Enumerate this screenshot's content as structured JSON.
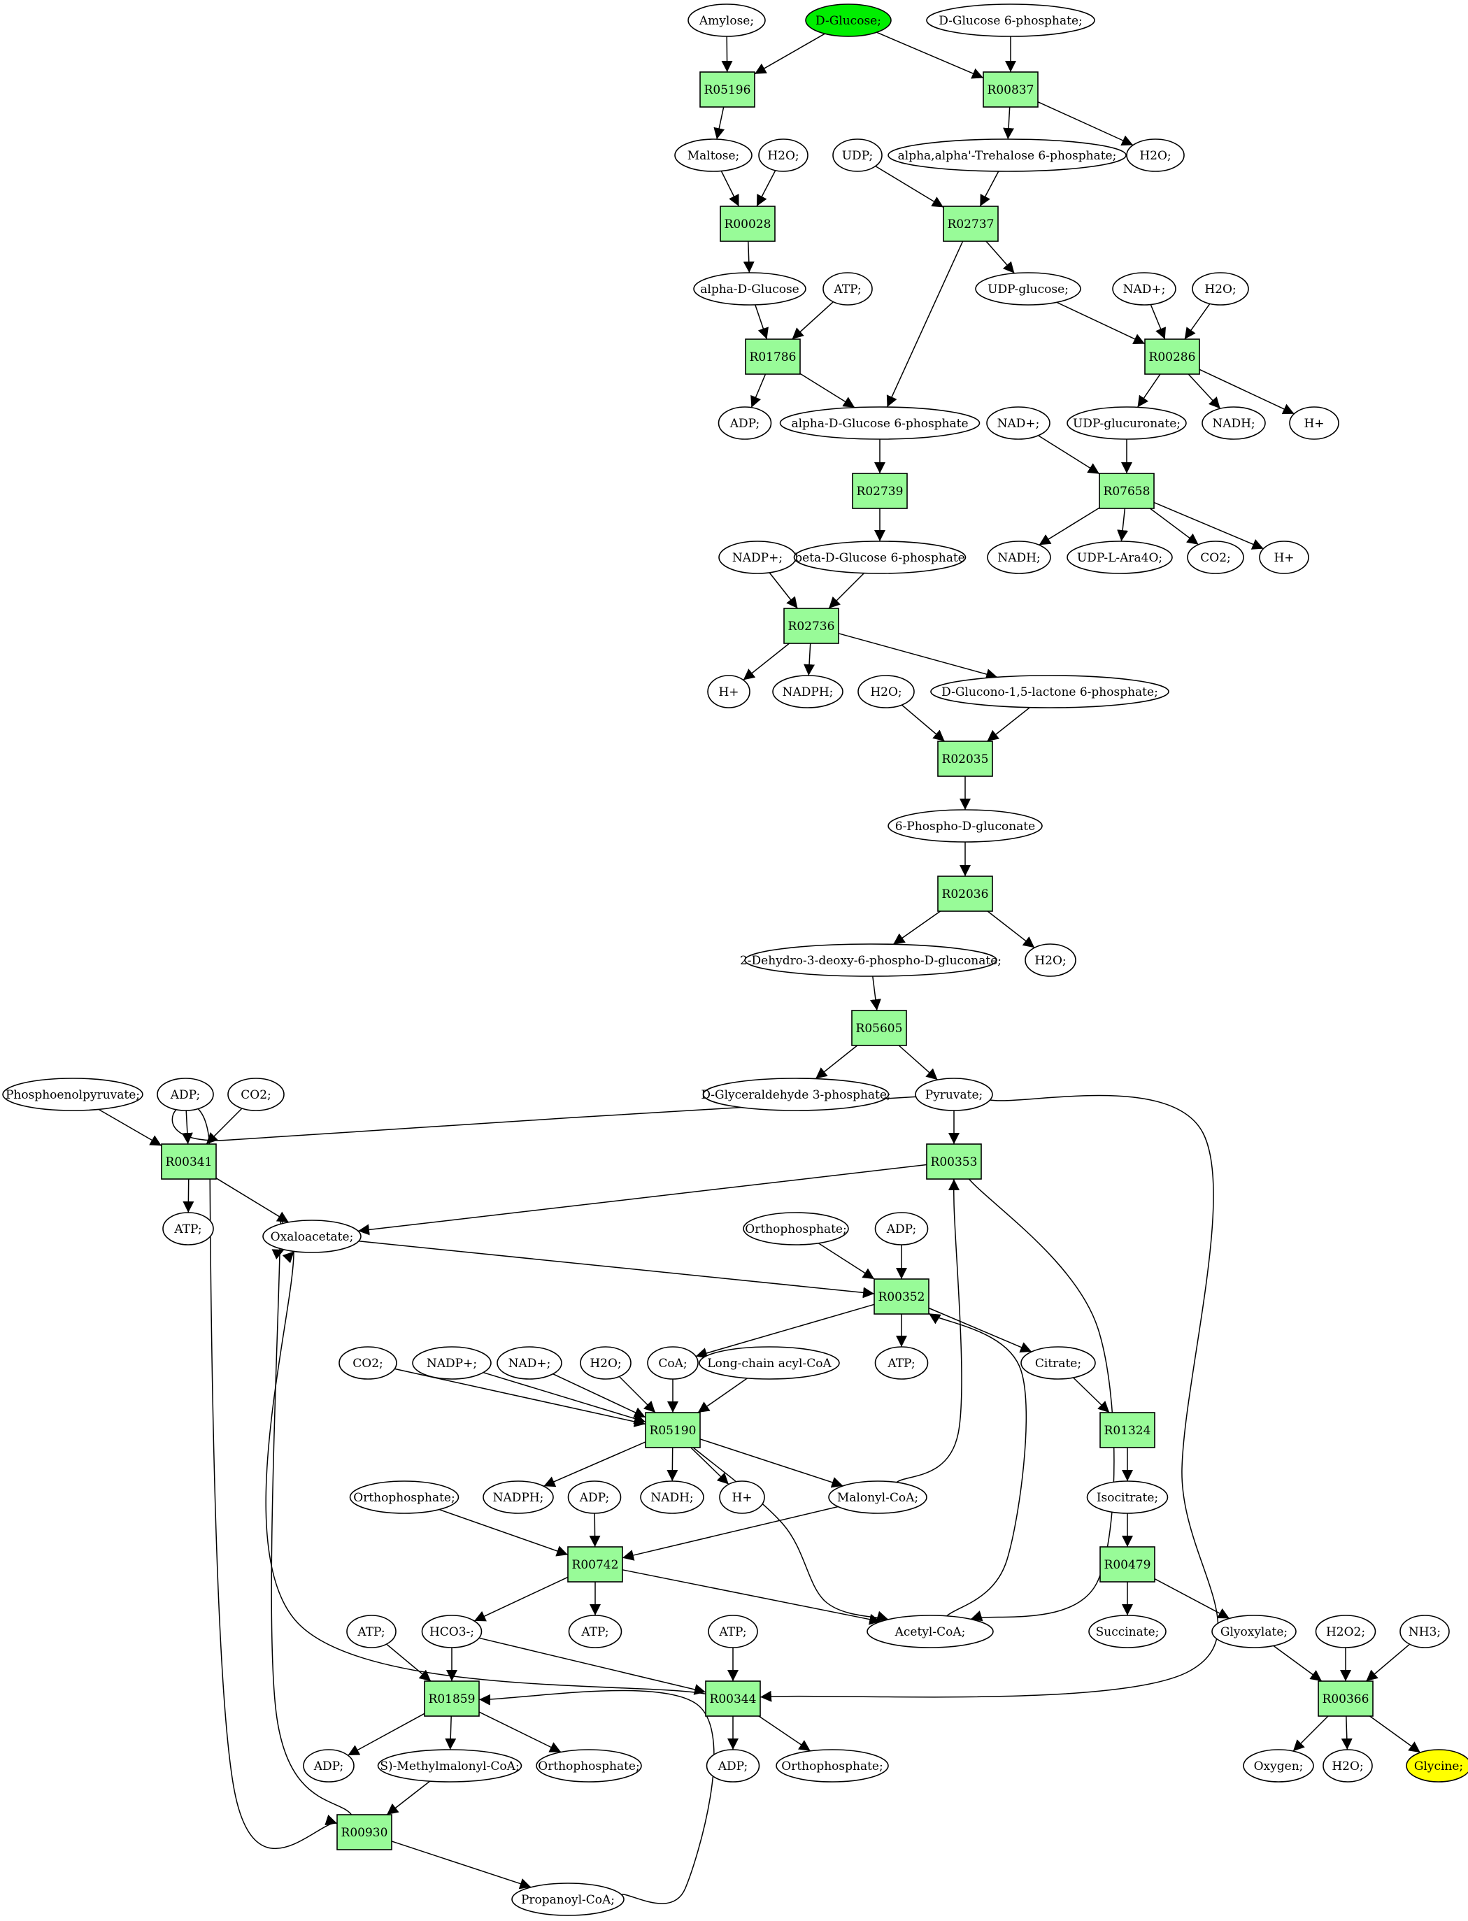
{
  "colors": {
    "reaction_fill": "#98fb98",
    "metabolite_fill": "#ffffff",
    "source_fill": "#00ee00",
    "target_fill": "#ffff00",
    "stroke": "#000000"
  },
  "metabolites": [
    {
      "id": "m1",
      "label": "Amylose;"
    },
    {
      "id": "m2",
      "label": "D-Glucose;",
      "role": "source"
    },
    {
      "id": "m3",
      "label": "D-Glucose 6-phosphate;"
    },
    {
      "id": "m4",
      "label": "Maltose;"
    },
    {
      "id": "m5",
      "label": "H2O;"
    },
    {
      "id": "m6",
      "label": "UDP;"
    },
    {
      "id": "m7",
      "label": "alpha,alpha'-Trehalose 6-phosphate;"
    },
    {
      "id": "m8",
      "label": "H2O;"
    },
    {
      "id": "m9",
      "label": "alpha-D-Glucose"
    },
    {
      "id": "m10",
      "label": "ATP;"
    },
    {
      "id": "m11",
      "label": "UDP-glucose;"
    },
    {
      "id": "m12",
      "label": "NAD+;"
    },
    {
      "id": "m13",
      "label": "H2O;"
    },
    {
      "id": "m14",
      "label": "ADP;"
    },
    {
      "id": "m15",
      "label": "alpha-D-Glucose 6-phosphate"
    },
    {
      "id": "m16",
      "label": "NAD+;"
    },
    {
      "id": "m17",
      "label": "UDP-glucuronate;"
    },
    {
      "id": "m18",
      "label": "NADH;"
    },
    {
      "id": "m19",
      "label": "H+"
    },
    {
      "id": "m20",
      "label": "NADH;"
    },
    {
      "id": "m21",
      "label": "UDP-L-Ara4O;"
    },
    {
      "id": "m22",
      "label": "CO2;"
    },
    {
      "id": "m23",
      "label": "H+"
    },
    {
      "id": "m24",
      "label": "NADP+;"
    },
    {
      "id": "m25",
      "label": "beta-D-Glucose 6-phosphate"
    },
    {
      "id": "m26",
      "label": "H+"
    },
    {
      "id": "m27",
      "label": "NADPH;"
    },
    {
      "id": "m28",
      "label": "H2O;"
    },
    {
      "id": "m29",
      "label": "D-Glucono-1,5-lactone 6-phosphate;"
    },
    {
      "id": "m30",
      "label": "6-Phospho-D-gluconate"
    },
    {
      "id": "m31",
      "label": "2-Dehydro-3-deoxy-6-phospho-D-gluconate;"
    },
    {
      "id": "m32",
      "label": "H2O;"
    },
    {
      "id": "m33",
      "label": "Phosphoenolpyruvate;"
    },
    {
      "id": "m34",
      "label": "ADP;"
    },
    {
      "id": "m35",
      "label": "CO2;"
    },
    {
      "id": "m36",
      "label": "D-Glyceraldehyde 3-phosphate;"
    },
    {
      "id": "m37",
      "label": "Pyruvate;"
    },
    {
      "id": "m38",
      "label": "ATP;"
    },
    {
      "id": "m39",
      "label": "Oxaloacetate;"
    },
    {
      "id": "m40",
      "label": "Orthophosphate;"
    },
    {
      "id": "m41",
      "label": "ADP;"
    },
    {
      "id": "m42",
      "label": "CO2;"
    },
    {
      "id": "m43",
      "label": "NADP+;"
    },
    {
      "id": "m44",
      "label": "NAD+;"
    },
    {
      "id": "m45",
      "label": "H2O;"
    },
    {
      "id": "m46",
      "label": "CoA;"
    },
    {
      "id": "m47",
      "label": "Long-chain acyl-CoA"
    },
    {
      "id": "m48",
      "label": "ATP;"
    },
    {
      "id": "m49",
      "label": "Citrate;"
    },
    {
      "id": "m50",
      "label": "Orthophosphate;"
    },
    {
      "id": "m51",
      "label": "NADPH;"
    },
    {
      "id": "m52",
      "label": "ADP;"
    },
    {
      "id": "m53",
      "label": "NADH;"
    },
    {
      "id": "m54",
      "label": "H+"
    },
    {
      "id": "m55",
      "label": "Malonyl-CoA;"
    },
    {
      "id": "m56",
      "label": "Isocitrate;"
    },
    {
      "id": "m57",
      "label": "ATP;"
    },
    {
      "id": "m58",
      "label": "HCO3-;"
    },
    {
      "id": "m59",
      "label": "ATP;"
    },
    {
      "id": "m60",
      "label": "ATP;"
    },
    {
      "id": "m61",
      "label": "Acetyl-CoA;"
    },
    {
      "id": "m62",
      "label": "Succinate;"
    },
    {
      "id": "m63",
      "label": "Glyoxylate;"
    },
    {
      "id": "m64",
      "label": "H2O2;"
    },
    {
      "id": "m65",
      "label": "NH3;"
    },
    {
      "id": "m66",
      "label": "ADP;"
    },
    {
      "id": "m67",
      "label": "S)-Methylmalonyl-CoA;"
    },
    {
      "id": "m68",
      "label": "Orthophosphate;"
    },
    {
      "id": "m69",
      "label": "ADP;"
    },
    {
      "id": "m70",
      "label": "Orthophosphate;"
    },
    {
      "id": "m71",
      "label": "Oxygen;"
    },
    {
      "id": "m72",
      "label": "H2O;"
    },
    {
      "id": "m73",
      "label": "Glycine;",
      "role": "target"
    },
    {
      "id": "m74",
      "label": "Propanoyl-CoA;"
    }
  ],
  "reactions": [
    {
      "id": "R05196",
      "label": "R05196"
    },
    {
      "id": "R00837",
      "label": "R00837"
    },
    {
      "id": "R00028",
      "label": "R00028"
    },
    {
      "id": "R02737",
      "label": "R02737"
    },
    {
      "id": "R01786",
      "label": "R01786"
    },
    {
      "id": "R00286",
      "label": "R00286"
    },
    {
      "id": "R02739",
      "label": "R02739"
    },
    {
      "id": "R07658",
      "label": "R07658"
    },
    {
      "id": "R02736",
      "label": "R02736"
    },
    {
      "id": "R02035",
      "label": "R02035"
    },
    {
      "id": "R02036",
      "label": "R02036"
    },
    {
      "id": "R05605",
      "label": "R05605"
    },
    {
      "id": "R00341",
      "label": "R00341"
    },
    {
      "id": "R00353",
      "label": "R00353"
    },
    {
      "id": "R00352",
      "label": "R00352"
    },
    {
      "id": "R05190",
      "label": "R05190"
    },
    {
      "id": "R01324",
      "label": "R01324"
    },
    {
      "id": "R00742",
      "label": "R00742"
    },
    {
      "id": "R00479",
      "label": "R00479"
    },
    {
      "id": "R01859",
      "label": "R01859"
    },
    {
      "id": "R00344",
      "label": "R00344"
    },
    {
      "id": "R00366",
      "label": "R00366"
    },
    {
      "id": "R00930",
      "label": "R00930"
    }
  ],
  "edges": [
    [
      "m1",
      "R05196"
    ],
    [
      "m2",
      "R05196"
    ],
    [
      "R05196",
      "m4"
    ],
    [
      "m2",
      "R00837"
    ],
    [
      "m3",
      "R00837"
    ],
    [
      "R00837",
      "m7"
    ],
    [
      "R00837",
      "m8"
    ],
    [
      "m4",
      "R00028"
    ],
    [
      "m5",
      "R00028"
    ],
    [
      "R00028",
      "m9"
    ],
    [
      "m6",
      "R02737"
    ],
    [
      "m7",
      "R02737"
    ],
    [
      "R02737",
      "m11"
    ],
    [
      "R02737",
      "m15"
    ],
    [
      "m9",
      "R01786"
    ],
    [
      "m10",
      "R01786"
    ],
    [
      "R01786",
      "m14"
    ],
    [
      "R01786",
      "m15"
    ],
    [
      "m11",
      "R00286"
    ],
    [
      "m12",
      "R00286"
    ],
    [
      "m13",
      "R00286"
    ],
    [
      "R00286",
      "m17"
    ],
    [
      "R00286",
      "m18"
    ],
    [
      "R00286",
      "m19"
    ],
    [
      "m15",
      "R02739"
    ],
    [
      "R02739",
      "m25"
    ],
    [
      "m16",
      "R07658"
    ],
    [
      "m17",
      "R07658"
    ],
    [
      "R07658",
      "m20"
    ],
    [
      "R07658",
      "m21"
    ],
    [
      "R07658",
      "m22"
    ],
    [
      "R07658",
      "m23"
    ],
    [
      "m24",
      "R02736"
    ],
    [
      "m25",
      "R02736"
    ],
    [
      "R02736",
      "m26"
    ],
    [
      "R02736",
      "m27"
    ],
    [
      "R02736",
      "m29"
    ],
    [
      "m28",
      "R02035"
    ],
    [
      "m29",
      "R02035"
    ],
    [
      "R02035",
      "m30"
    ],
    [
      "m30",
      "R02036"
    ],
    [
      "R02036",
      "m31"
    ],
    [
      "R02036",
      "m32"
    ],
    [
      "m31",
      "R05605"
    ],
    [
      "R05605",
      "m36"
    ],
    [
      "R05605",
      "m37"
    ],
    [
      "m33",
      "R00341"
    ],
    [
      "m34",
      "R00341"
    ],
    [
      "m35",
      "R00341"
    ],
    [
      "R00341",
      "m38"
    ],
    [
      "R00341",
      "m39"
    ],
    [
      "m37",
      "R00353"
    ],
    [
      "R00353",
      "m39"
    ],
    [
      "R00353",
      "m61"
    ],
    [
      "m40",
      "R00352"
    ],
    [
      "m41",
      "R00352"
    ],
    [
      "m39",
      "R00352"
    ],
    [
      "m61",
      "R00352"
    ],
    [
      "R00352",
      "m46"
    ],
    [
      "R00352",
      "m48"
    ],
    [
      "R00352",
      "m49"
    ],
    [
      "m42",
      "R05190"
    ],
    [
      "m43",
      "R05190"
    ],
    [
      "m44",
      "R05190"
    ],
    [
      "m45",
      "R05190"
    ],
    [
      "m46",
      "R05190"
    ],
    [
      "m47",
      "R05190"
    ],
    [
      "R05190",
      "m51"
    ],
    [
      "R05190",
      "m53"
    ],
    [
      "R05190",
      "m54"
    ],
    [
      "R05190",
      "m55"
    ],
    [
      "R05190",
      "m61"
    ],
    [
      "m49",
      "R01324"
    ],
    [
      "R01324",
      "m56"
    ],
    [
      "m50",
      "R00742"
    ],
    [
      "m52",
      "R00742"
    ],
    [
      "m55",
      "R00742"
    ],
    [
      "R00742",
      "m58"
    ],
    [
      "R00742",
      "m59"
    ],
    [
      "R00742",
      "m61"
    ],
    [
      "m55",
      "R00353"
    ],
    [
      "m56",
      "R00479"
    ],
    [
      "R00479",
      "m62"
    ],
    [
      "R00479",
      "m63"
    ],
    [
      "m57",
      "R01859"
    ],
    [
      "m58",
      "R01859"
    ],
    [
      "m74",
      "R01859"
    ],
    [
      "R01859",
      "m66"
    ],
    [
      "R01859",
      "m67"
    ],
    [
      "R01859",
      "m68"
    ],
    [
      "m58",
      "R00344"
    ],
    [
      "m60",
      "R00344"
    ],
    [
      "m37",
      "R00344"
    ],
    [
      "R00344",
      "m39"
    ],
    [
      "R00344",
      "m69"
    ],
    [
      "R00344",
      "m70"
    ],
    [
      "m63",
      "R00366"
    ],
    [
      "m64",
      "R00366"
    ],
    [
      "m65",
      "R00366"
    ],
    [
      "R00366",
      "m71"
    ],
    [
      "R00366",
      "m72"
    ],
    [
      "R00366",
      "m73"
    ],
    [
      "m67",
      "R00930"
    ],
    [
      "m37",
      "R00930"
    ],
    [
      "R00930",
      "m39"
    ],
    [
      "R00930",
      "m74"
    ]
  ]
}
